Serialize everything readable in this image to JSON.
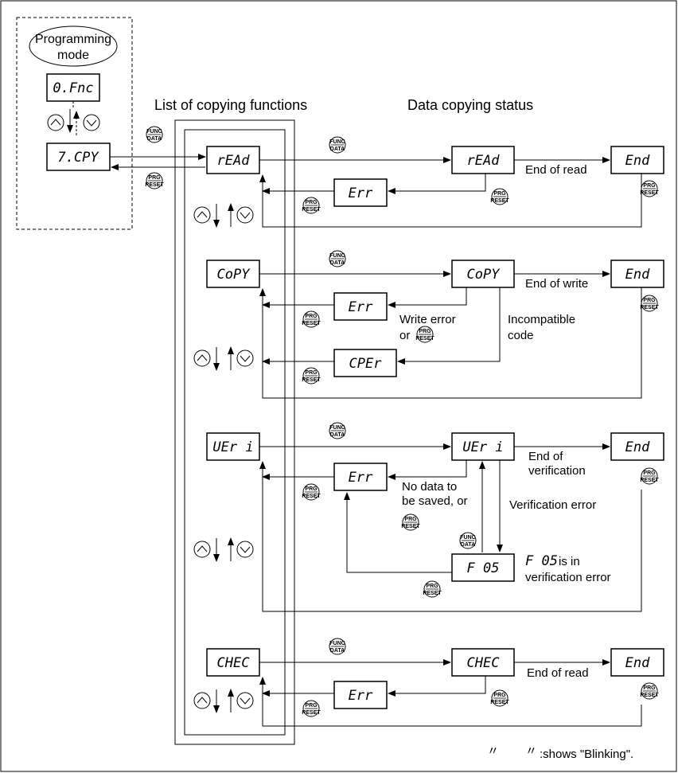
{
  "programming_mode": {
    "label_line1": "Programming",
    "label_line2": "mode"
  },
  "titles": {
    "functions": "List of copying functions",
    "status": "Data copying status"
  },
  "displays": {
    "fnc": "0.Fnc",
    "cpy": "7.CPY",
    "read": "rEAd",
    "copy": "CoPY",
    "veri": "UEr i",
    "chec": "CHEC",
    "err": "Err",
    "cper": "CPEr",
    "f05": "F 05",
    "end": "End"
  },
  "buttons": {
    "func_top": "FUNC",
    "func_bottom": "DATA",
    "prg_top": "PRG",
    "prg_bottom": "RESET"
  },
  "labels": {
    "end_of_read": "End of read",
    "end_of_write": "End of write",
    "write_error": "Write error",
    "or": "or",
    "incompatible_1": "Incompatible",
    "incompatible_2": "code",
    "end_of_verif_1": "End of",
    "end_of_verif_2": "verification",
    "no_data_1": "No data to",
    "no_data_2": "be saved, or",
    "verification_error": "Verification error",
    "f05_label": "F 05",
    "is_in": " is in",
    "verif_err_line": "verification error",
    "end_of_read_2": "End of read",
    "blinking_note": ":shows \"Blinking\"."
  }
}
